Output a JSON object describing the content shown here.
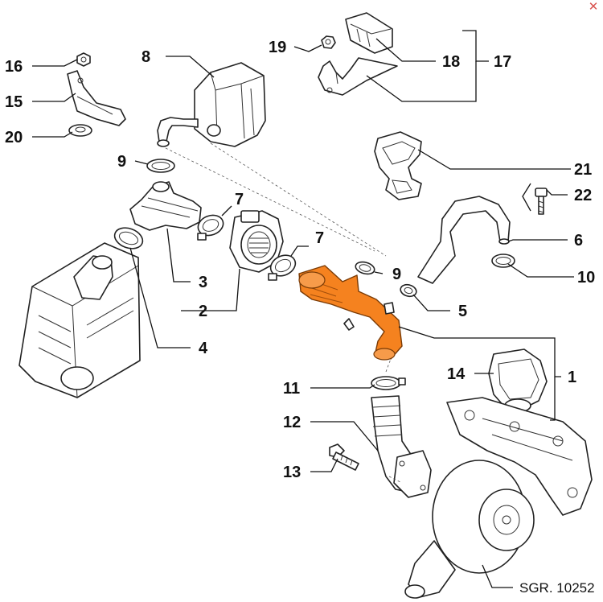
{
  "close_glyph": "✕",
  "colors": {
    "highlight": "#f5821f",
    "line": "#222222",
    "close": "#d9534f"
  },
  "callouts": [
    "16",
    "15",
    "20",
    "8",
    "9",
    "19",
    "18",
    "17",
    "21",
    "22",
    "7",
    "6",
    "3",
    "7",
    "9",
    "10",
    "2",
    "5",
    "4",
    "1",
    "11",
    "14",
    "12",
    "13"
  ],
  "reference": "SGR. 10252"
}
